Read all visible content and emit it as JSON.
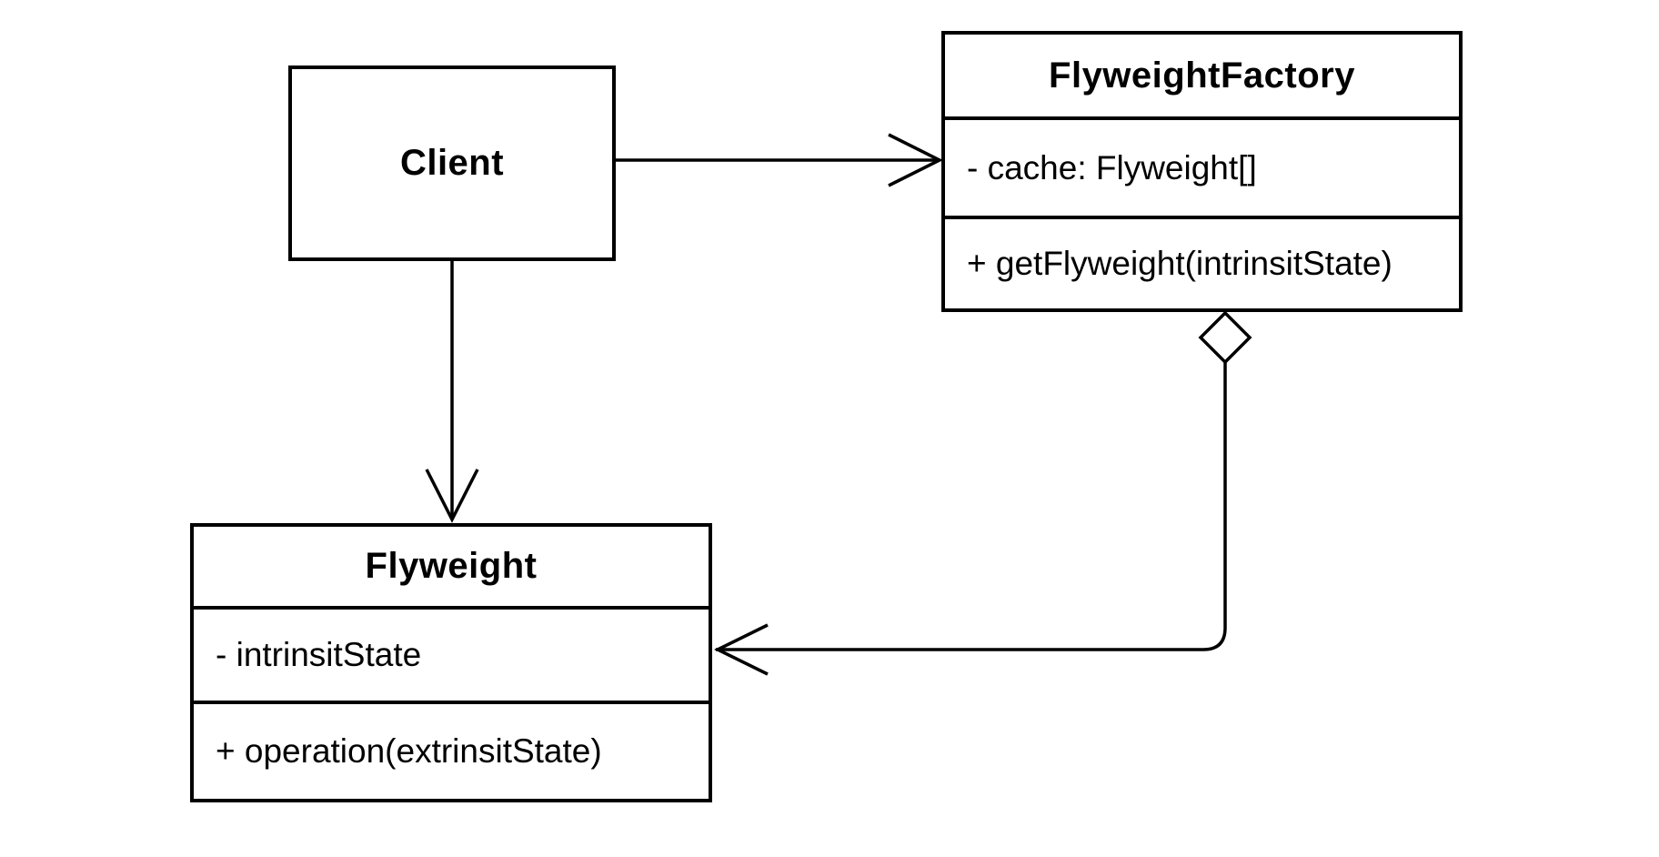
{
  "diagram": {
    "type": "uml-class-diagram",
    "pattern": "Flyweight",
    "colors": {
      "stroke": "#000000",
      "background": "#ffffff",
      "box_fill": "#ffffff"
    },
    "classes": {
      "client": {
        "name": "Client"
      },
      "flyweight_factory": {
        "name": "FlyweightFactory",
        "attributes": [
          "- cache: Flyweight[]"
        ],
        "methods": [
          "+ getFlyweight(intrinsitState)"
        ]
      },
      "flyweight": {
        "name": "Flyweight",
        "attributes": [
          "- intrinsitState"
        ],
        "methods": [
          "+ operation(extrinsitState)"
        ]
      }
    },
    "relationships": [
      {
        "from": "Client",
        "to": "FlyweightFactory",
        "type": "association",
        "arrowhead": "open"
      },
      {
        "from": "Client",
        "to": "Flyweight",
        "type": "association",
        "arrowhead": "open"
      },
      {
        "from": "FlyweightFactory",
        "to": "Flyweight",
        "type": "aggregation",
        "diamond": "hollow",
        "arrowhead": "open"
      }
    ]
  }
}
